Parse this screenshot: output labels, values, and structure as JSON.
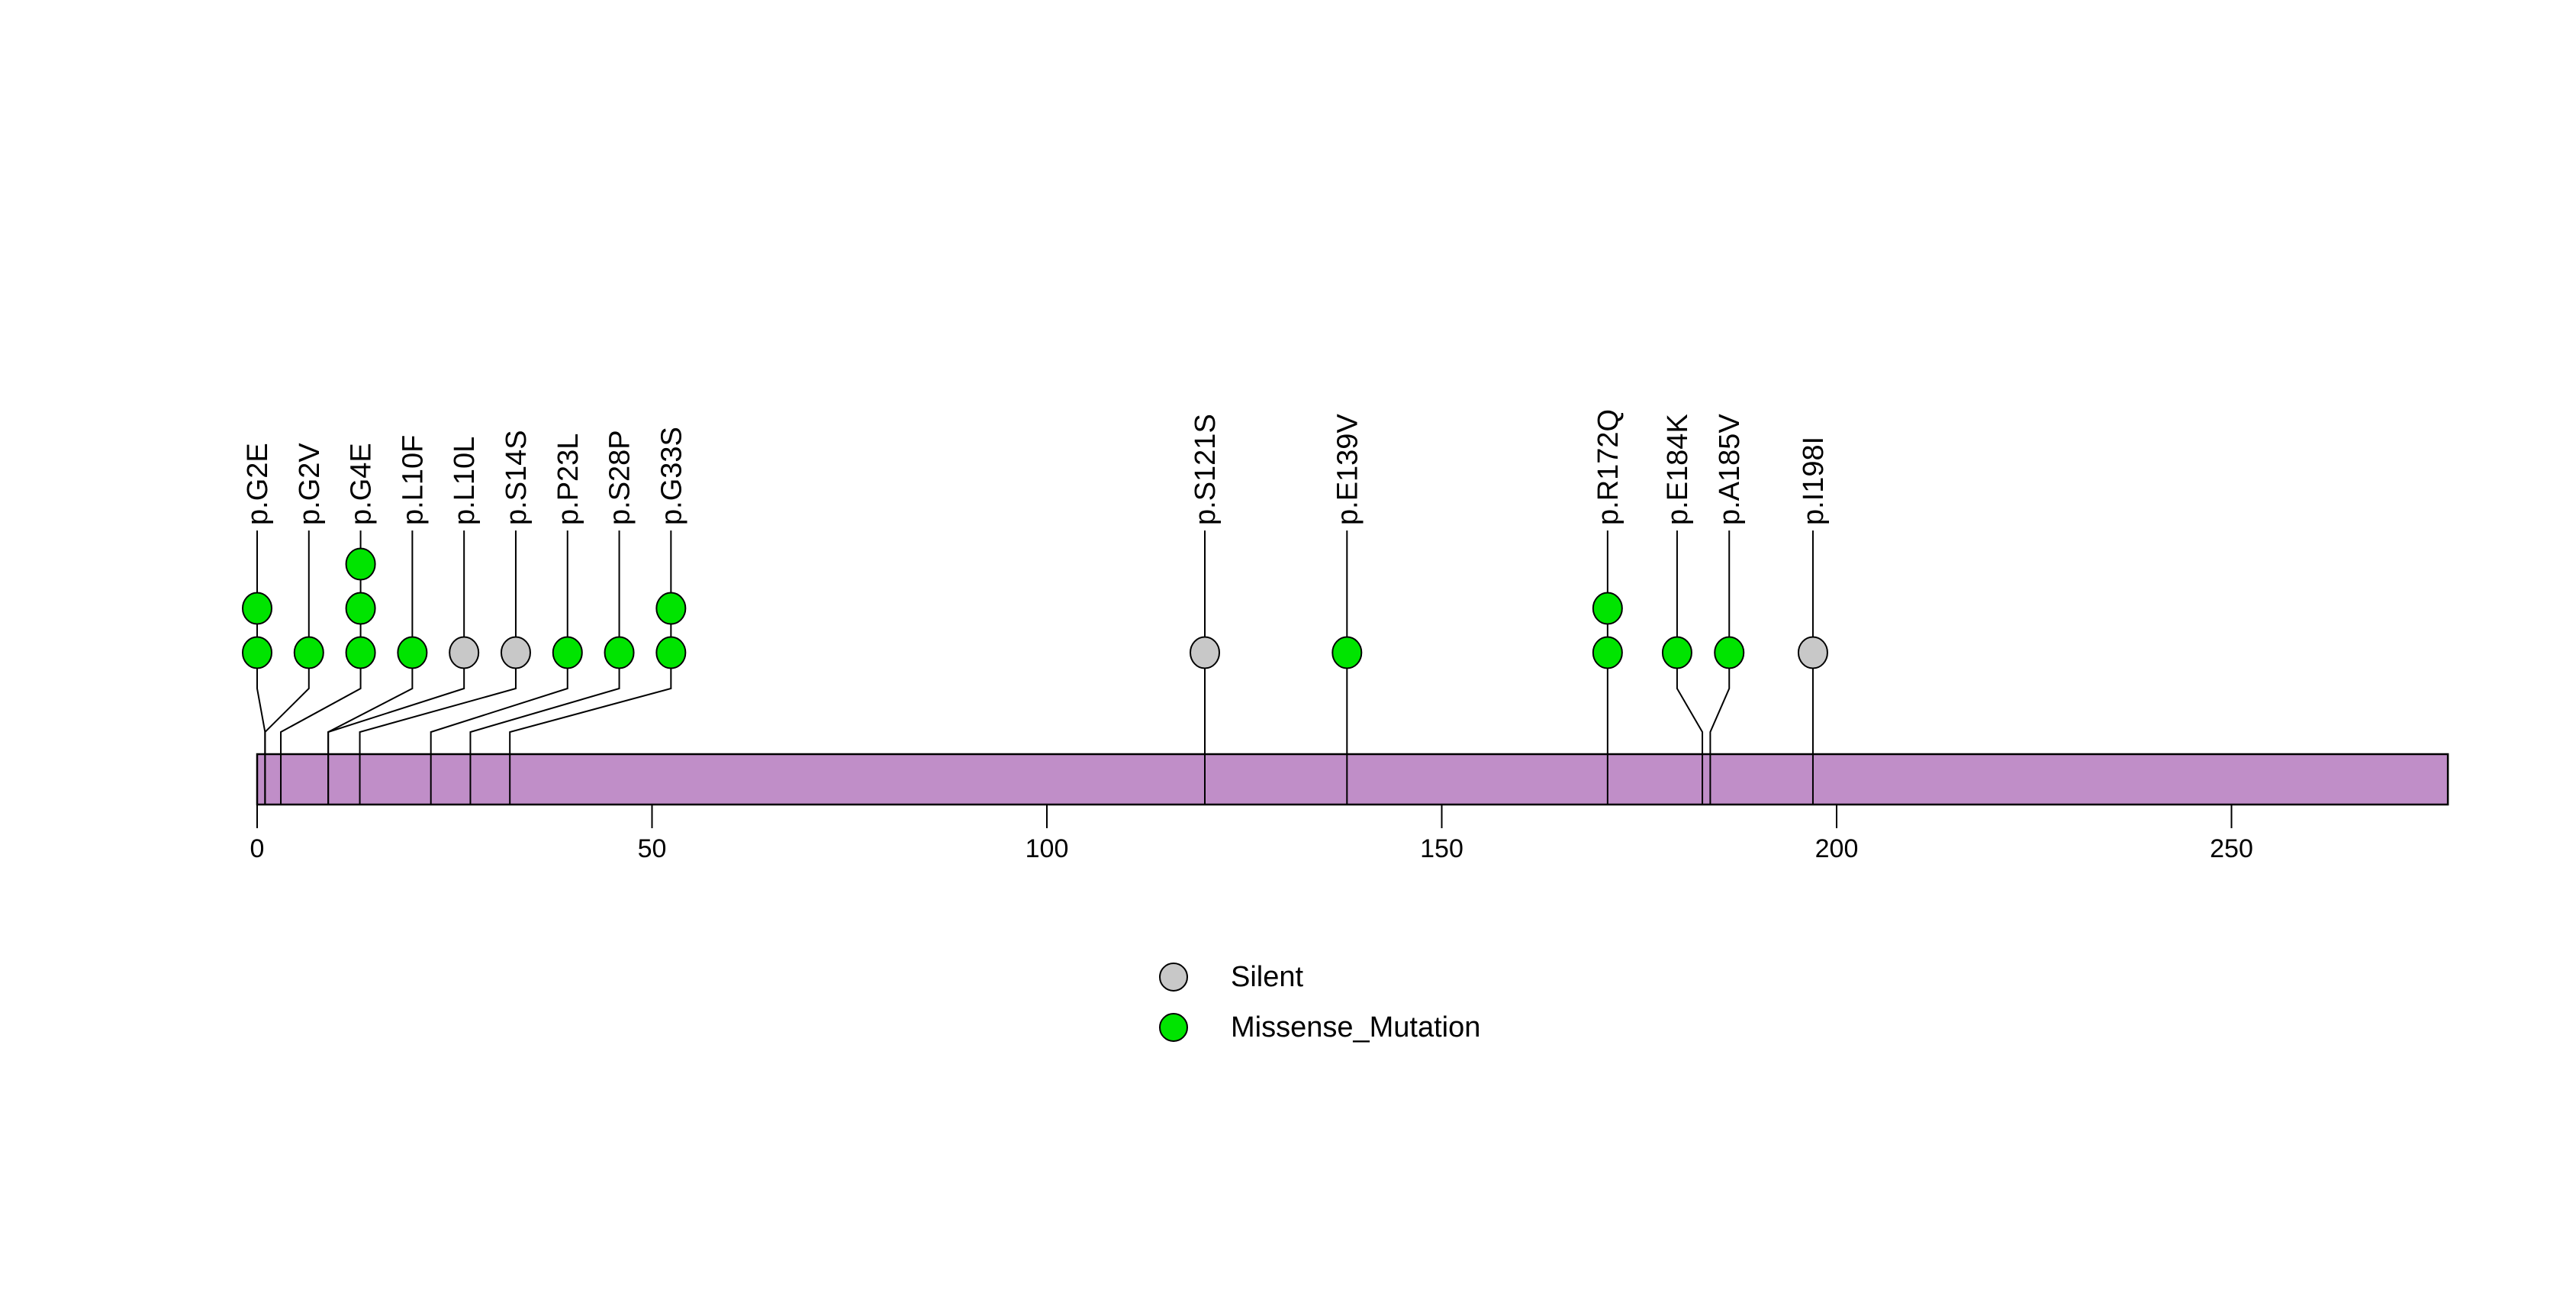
{
  "chart_data": {
    "type": "lollipop",
    "title": "",
    "xlabel": "",
    "axis": {
      "ticks": [
        0,
        50,
        100,
        150,
        200,
        250
      ],
      "xlim": [
        0,
        277.4
      ],
      "grid": false
    },
    "protein_bar": {
      "start": 0,
      "end": 277.4,
      "color": "#C08EC8",
      "border_color": "#000000"
    },
    "mutation_classes": [
      {
        "name": "Silent",
        "color": "#C8C8C8"
      },
      {
        "name": "Missense_Mutation",
        "color": "#00E400"
      }
    ],
    "mutations": [
      {
        "label": "p.G2E",
        "residue": 2,
        "count": 2,
        "class": "Missense_Mutation",
        "label_axis_pos": 0
      },
      {
        "label": "p.G2V",
        "residue": 2,
        "count": 1,
        "class": "Missense_Mutation",
        "label_axis_pos": 6.55
      },
      {
        "label": "p.G4E",
        "residue": 4,
        "count": 3,
        "class": "Missense_Mutation",
        "label_axis_pos": 13.1
      },
      {
        "label": "p.L10F",
        "residue": 10,
        "count": 1,
        "class": "Missense_Mutation",
        "label_axis_pos": 19.65
      },
      {
        "label": "p.L10L",
        "residue": 10,
        "count": 1,
        "class": "Silent",
        "label_axis_pos": 26.2
      },
      {
        "label": "p.S14S",
        "residue": 14,
        "count": 1,
        "class": "Silent",
        "label_axis_pos": 32.75
      },
      {
        "label": "p.P23L",
        "residue": 23,
        "count": 1,
        "class": "Missense_Mutation",
        "label_axis_pos": 39.3
      },
      {
        "label": "p.S28P",
        "residue": 28,
        "count": 1,
        "class": "Missense_Mutation",
        "label_axis_pos": 45.85
      },
      {
        "label": "p.G33S",
        "residue": 33,
        "count": 2,
        "class": "Missense_Mutation",
        "label_axis_pos": 52.4
      },
      {
        "label": "p.S121S",
        "residue": 121,
        "count": 1,
        "class": "Silent",
        "label_axis_pos": 120
      },
      {
        "label": "p.E139V",
        "residue": 139,
        "count": 1,
        "class": "Missense_Mutation",
        "label_axis_pos": 138
      },
      {
        "label": "p.R172Q",
        "residue": 172,
        "count": 2,
        "class": "Missense_Mutation",
        "label_axis_pos": 171
      },
      {
        "label": "p.E184K",
        "residue": 184,
        "count": 1,
        "class": "Missense_Mutation",
        "label_axis_pos": 179.8
      },
      {
        "label": "p.A185V",
        "residue": 185,
        "count": 1,
        "class": "Missense_Mutation",
        "label_axis_pos": 186.4
      },
      {
        "label": "p.I198I",
        "residue": 198,
        "count": 1,
        "class": "Silent",
        "label_axis_pos": 197
      }
    ],
    "legend": {
      "position": "bottom-center",
      "items": [
        {
          "label": "Silent"
        },
        {
          "label": "Missense_Mutation"
        }
      ]
    }
  }
}
